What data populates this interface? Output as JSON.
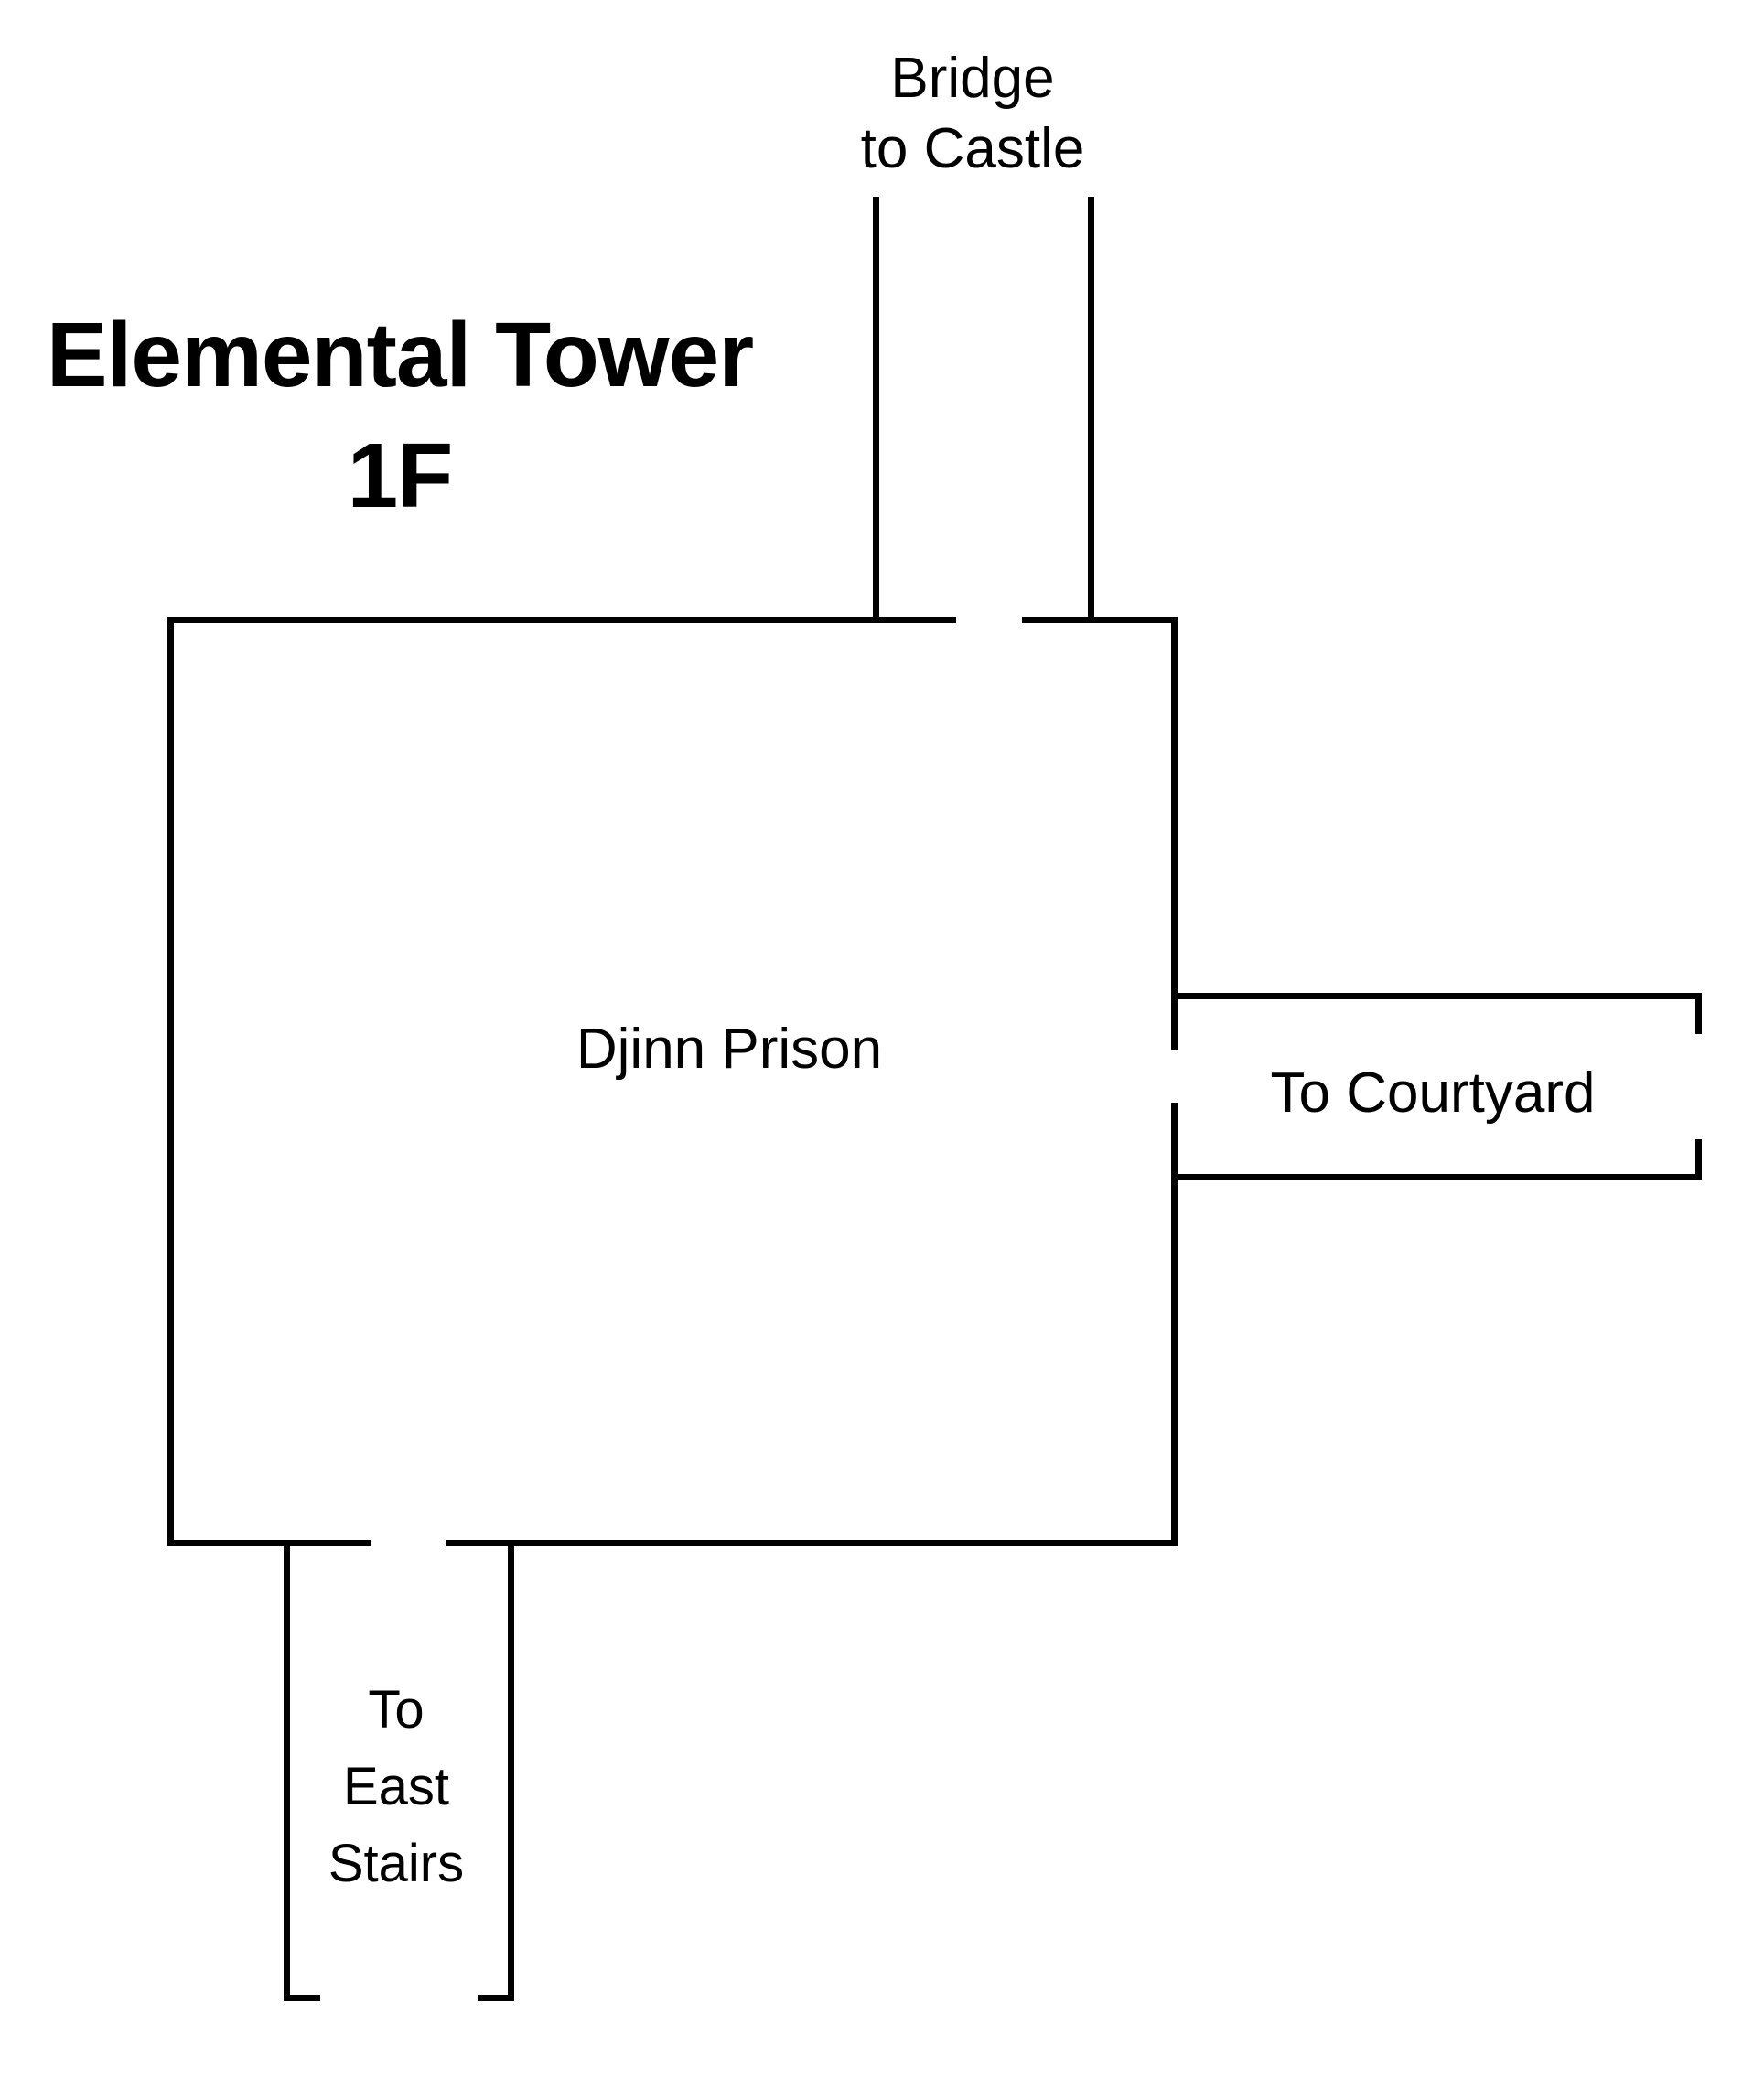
{
  "colors": {
    "ink": "#000000",
    "paper": "#ffffff"
  },
  "title": {
    "line1": "Elemental Tower",
    "line2": "1F"
  },
  "room": {
    "label": "Djinn Prison"
  },
  "exits": {
    "north": {
      "label": "Bridge\nto Castle"
    },
    "east": {
      "label": "To Courtyard"
    },
    "south": {
      "label": "To\nEast\nStairs"
    }
  }
}
